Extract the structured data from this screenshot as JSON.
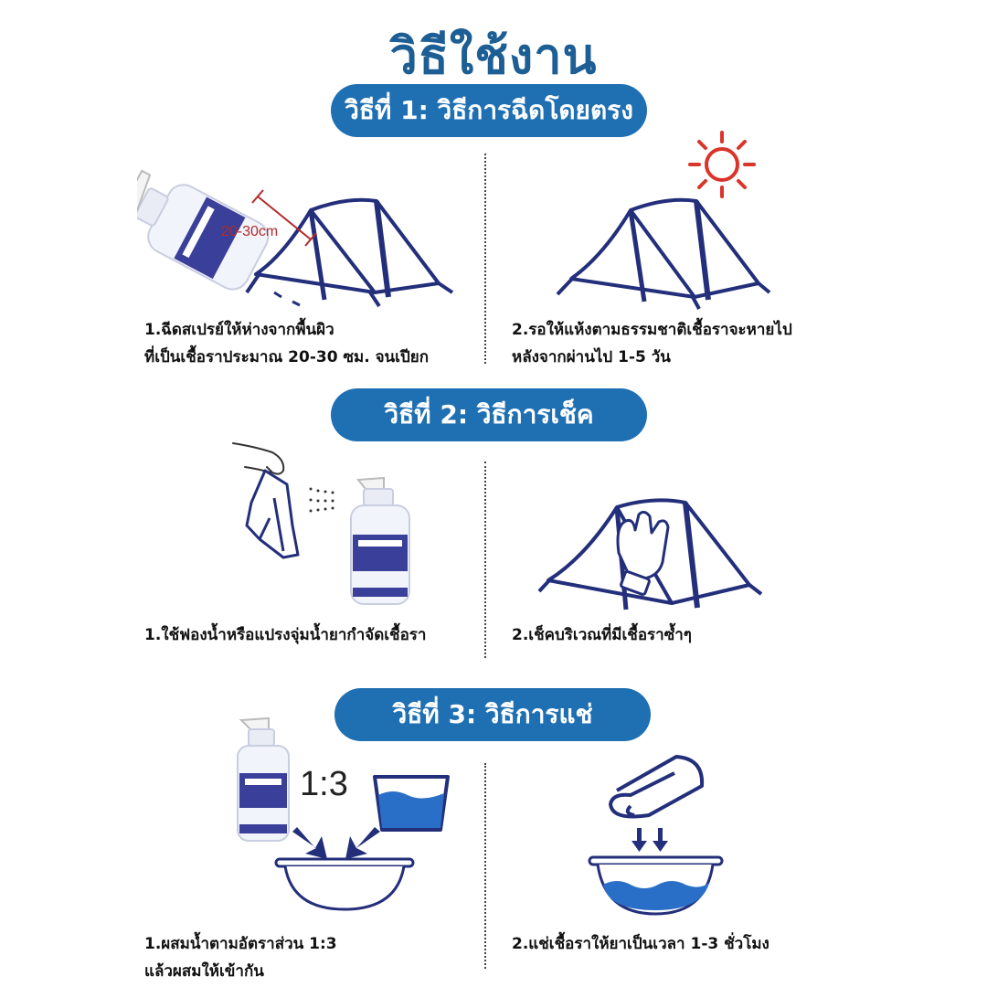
{
  "title": "วิธีใช้งาน",
  "method1": {
    "header": "วิธีที่ 1: วิธีการฉีดโดยตรง",
    "distance_label": "20-30cm",
    "step1_line1": "1.ฉีดสเปรย์ให้ห่างจากพื้นผิว",
    "step1_line2": "ที่เป็นเชื้อราประมาณ 20-30 ซม. จนเปียก",
    "step2_line1": "2.รอให้แห้งตามธรรมชาติเชื้อราจะหายไป",
    "step2_line2": "หลังจากผ่านไป 1-5 วัน"
  },
  "method2": {
    "header": "วิธีที่ 2: วิธีการเช็ค",
    "step1": "1.ใช้ฟองน้ำหรือแปรงจุ่มน้ำยากำจัดเชื้อรา",
    "step2": "2.เช็คบริเวณที่มีเชื้อราซ้ำๆ"
  },
  "method3": {
    "header": "วิธีที่ 3: วิธีการแช่",
    "ratio": "1:3",
    "step1_line1": "1.ผสมน้ำตามอัตราส่วน 1:3",
    "step1_line2": "แล้วผสมให้เข้ากัน",
    "step2": "2.แช่เชื้อราให้ยาเป็นเวลา 1-3 ชั่วโมง"
  },
  "colors": {
    "title": "#1d5f94",
    "pill": "#1f6fb3",
    "tent": "#232f7a",
    "water": "#2a6fc7",
    "sun": "#d9352a",
    "measure": "#b22a2a"
  },
  "icons": [
    "spray-bottle-icon",
    "tent-icon",
    "sun-icon",
    "hand-icon",
    "cloth-icon",
    "glove-icon",
    "basin-icon",
    "towel-icon",
    "arrow-icon"
  ]
}
